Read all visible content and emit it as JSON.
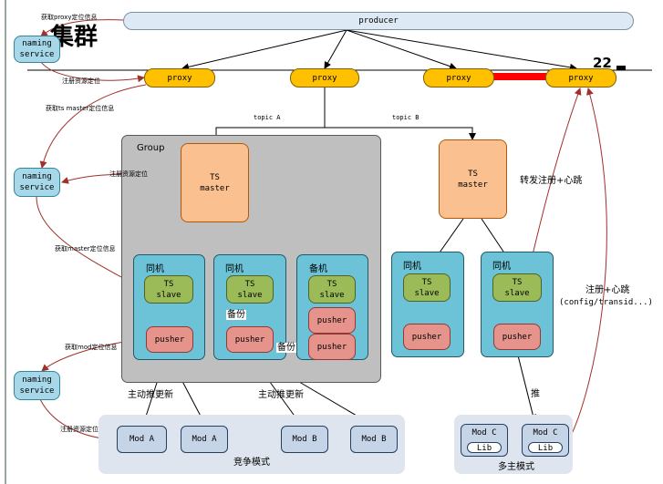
{
  "title_partial": "集群",
  "page_number": "22",
  "producer": "producer",
  "proxy_label": "proxy",
  "naming_service": "naming\nservice",
  "group_label": "Group",
  "ts_master": "TS\nmaster",
  "ts_slave": "TS\nslave",
  "pusher": "pusher",
  "same_machine": "同机",
  "backup_machine": "备机",
  "backup": "备份",
  "topic_a": "topic A",
  "topic_b": "topic B",
  "get_proxy_info": "获取proxy定位信息",
  "register_info_1": "注册资源定位",
  "get_ts_master_info": "获取ts master定位信息",
  "register_info_2": "注册资源定位",
  "get_master_info": "获取master定位信息",
  "get_mod_info": "获取mod定位信息",
  "register_info_3": "注册资源定位",
  "forward_register_heartbeat": "转发注册+心跳",
  "register_heartbeat": "注册+心跳",
  "config_transid": "(config/transid...)",
  "active_push_update_1": "主动推更新",
  "active_push_update_2": "主动推更新",
  "push": "推",
  "mod_a": "Mod A",
  "mod_b": "Mod B",
  "mod_c": "Mod C",
  "lib": "Lib",
  "competition_mode": "竞争模式",
  "multi_master_mode": "多主模式",
  "colors": {
    "producer_fill": "#dde9f4",
    "proxy_fill": "#ffc000",
    "naming_fill": "#a6d8ea",
    "group_fill": "#bfbfbf",
    "master_fill": "#fac090",
    "machine_fill": "#6cc2d6",
    "slave_fill": "#9bbb59",
    "pusher_fill": "#e6938b",
    "mod_fill": "#c6d4e8",
    "mode_zone_fill": "#dfe5ef",
    "red_segment": "#ff0000",
    "arrow_red": "#a0302a"
  }
}
